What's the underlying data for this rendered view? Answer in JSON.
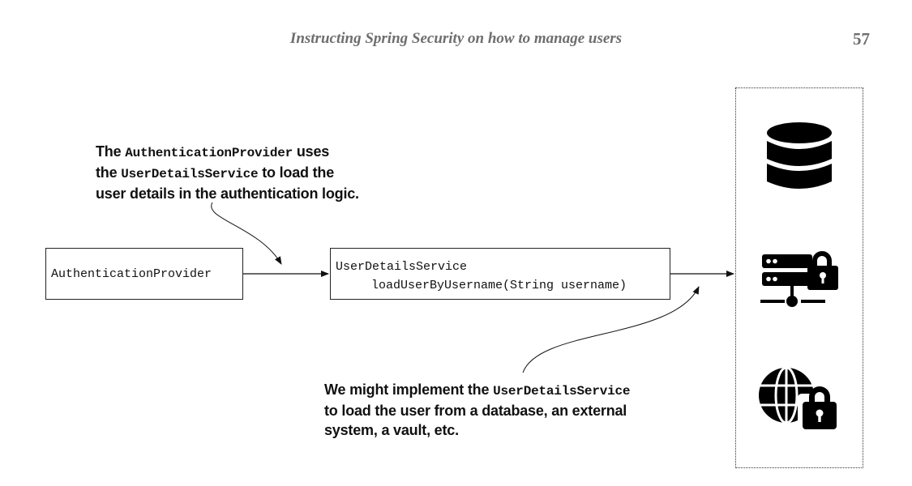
{
  "header": {
    "title": "Instructing Spring Security on how to manage users",
    "page_number": "57"
  },
  "diagram": {
    "auth_provider_box": {
      "label": "AuthenticationProvider"
    },
    "user_details_box": {
      "name": "UserDetailsService",
      "method": "loadUserByUsername(String username)"
    },
    "annotation_top": {
      "line1_prefix": "The ",
      "line1_code": "AuthenticationProvider",
      "line1_suffix": " uses",
      "line2_prefix": "the ",
      "line2_code": "UserDetailsService",
      "line2_suffix": " to load the",
      "line3": "user details in the authentication logic."
    },
    "annotation_bottom": {
      "line1_prefix": "We might implement the ",
      "line1_code": "UserDetailsService",
      "line2": "to load the user from a database, an external",
      "line3": "system, a vault, etc."
    },
    "storage_icons": [
      "database-icon",
      "server-lock-icon",
      "globe-lock-icon"
    ]
  }
}
